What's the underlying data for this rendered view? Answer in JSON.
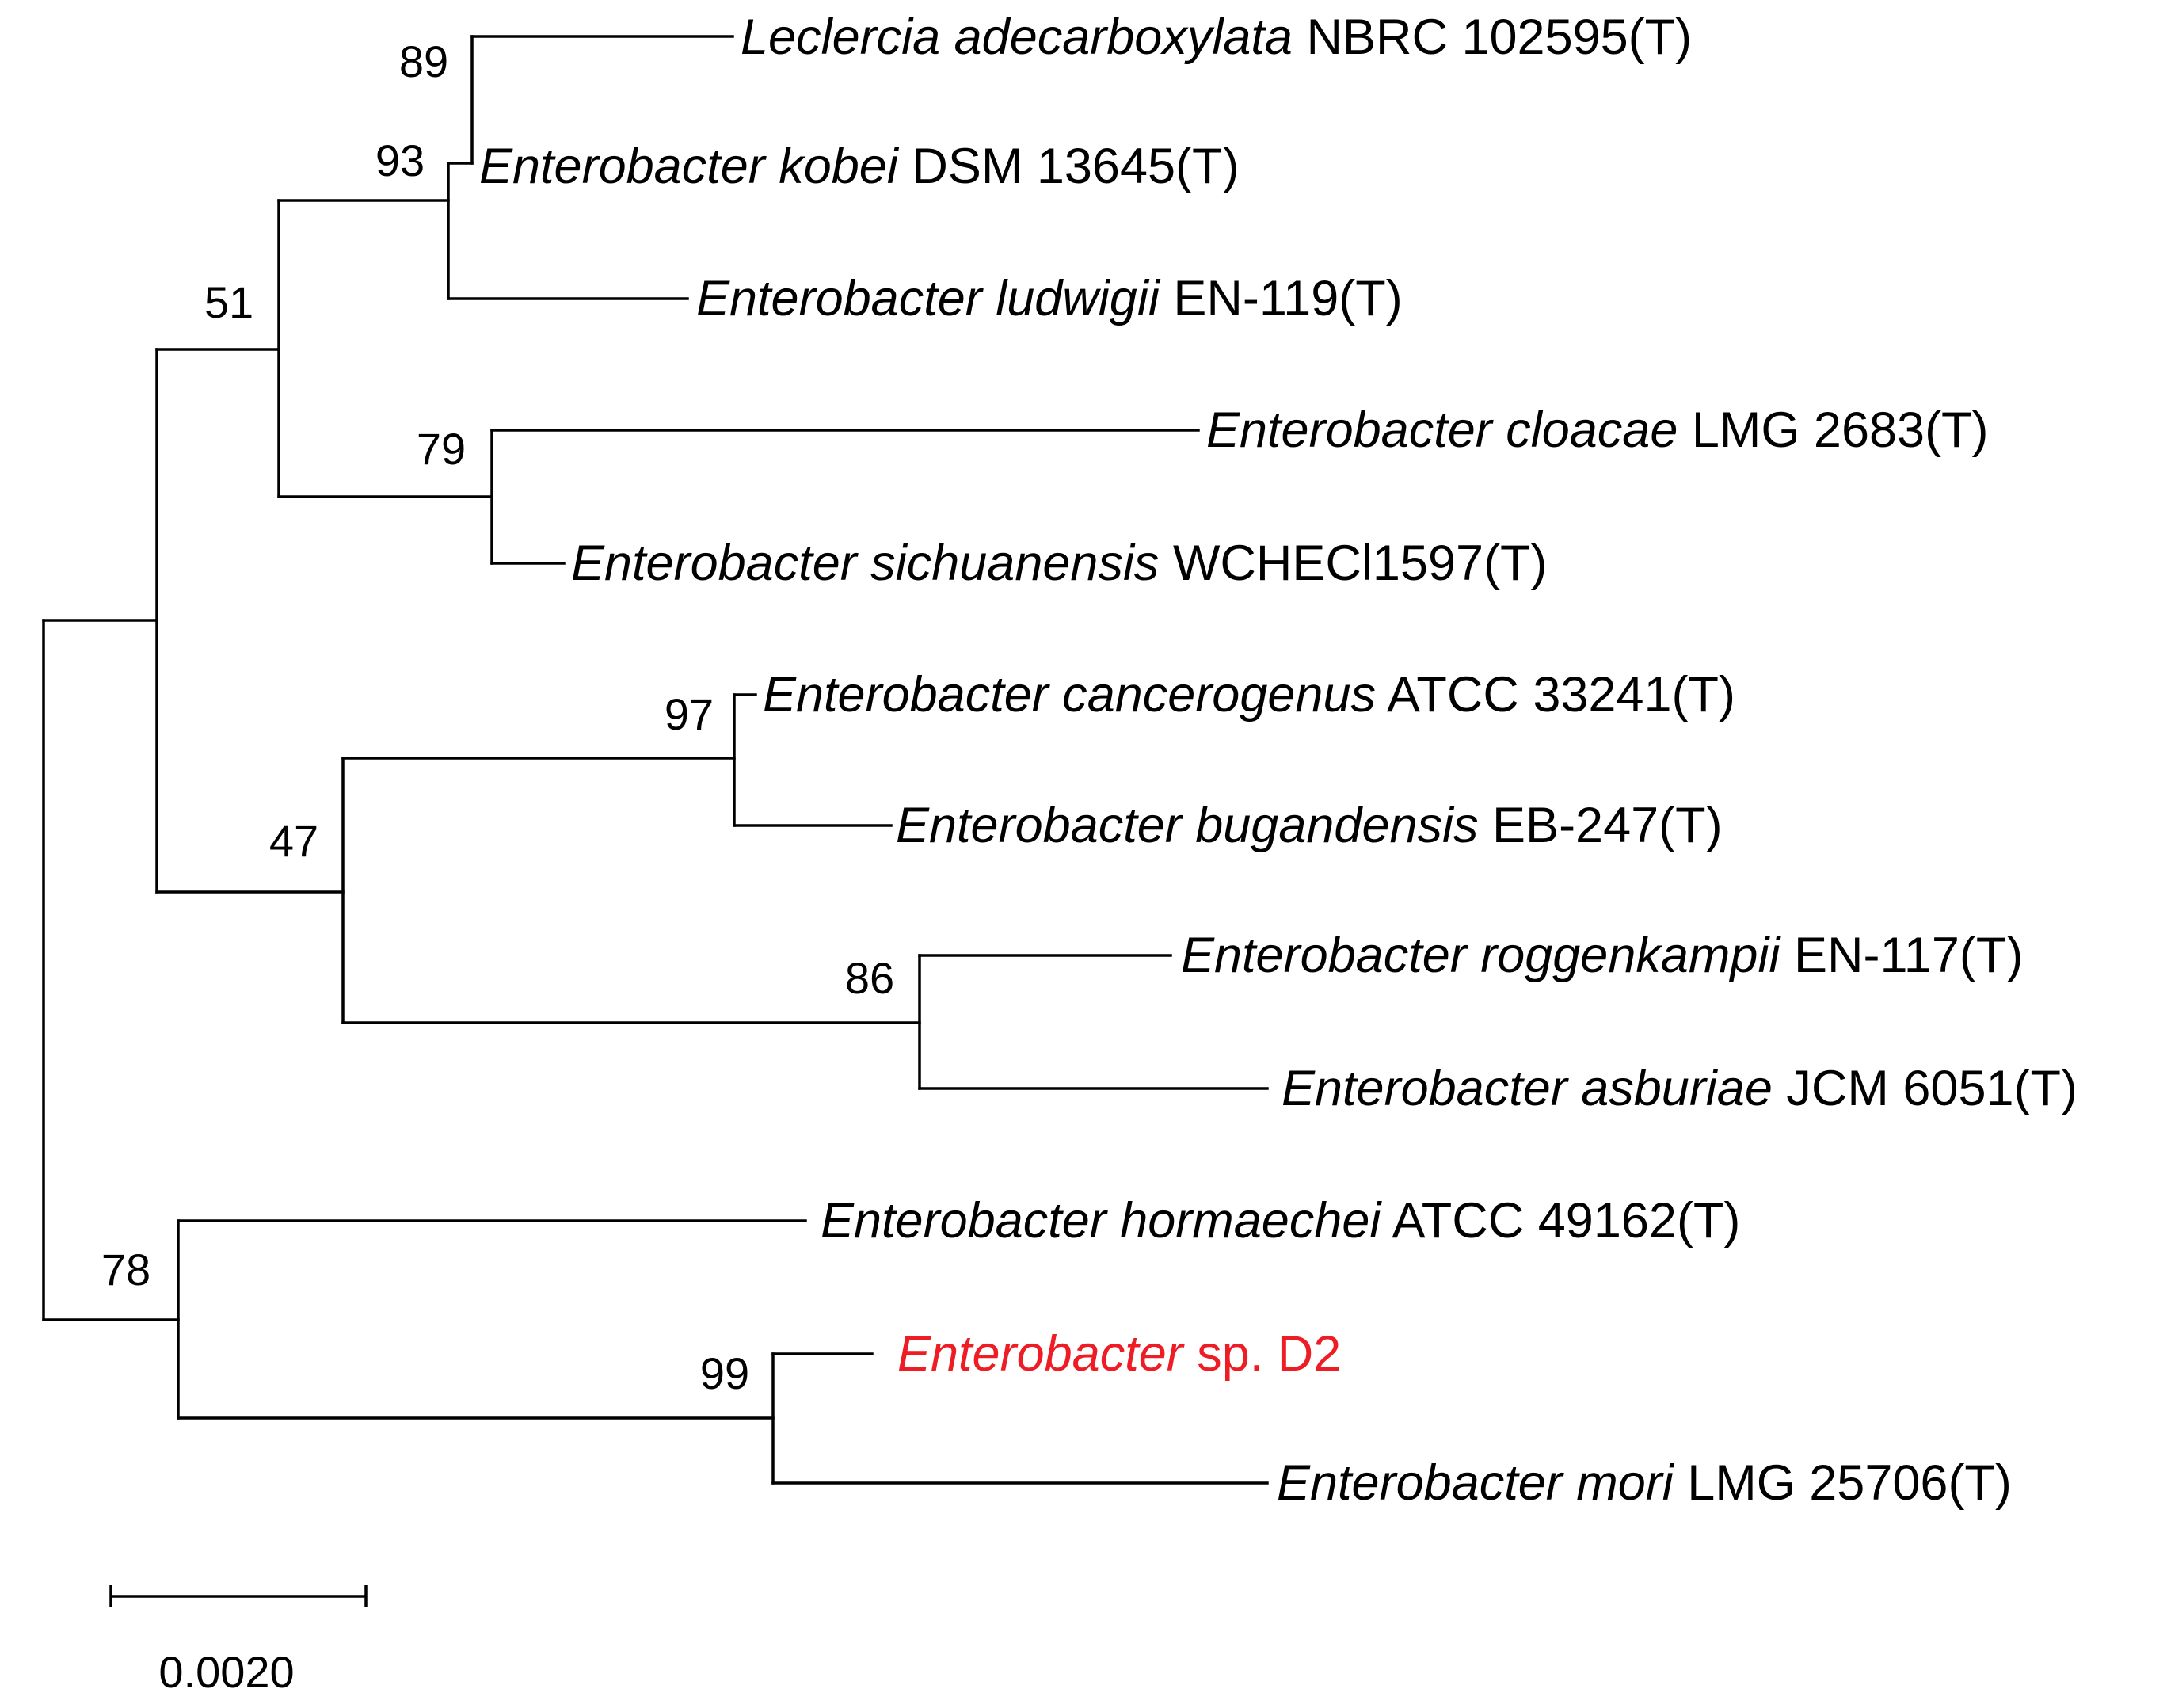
{
  "colors": {
    "line": "#000000",
    "text": "#000000",
    "highlight": "#ee1c24"
  },
  "taxa": [
    {
      "id": "t1",
      "genus_species": "Leclercia adecarboxylata",
      "strain": "NBRC 102595(T)",
      "highlight": false
    },
    {
      "id": "t2",
      "genus_species": "Enterobacter kobei",
      "strain": "DSM 13645(T)",
      "highlight": false
    },
    {
      "id": "t3",
      "genus_species": "Enterobacter ludwigii",
      "strain": "EN-119(T)",
      "highlight": false
    },
    {
      "id": "t4",
      "genus_species": "Enterobacter cloacae",
      "strain": "LMG 2683(T)",
      "highlight": false
    },
    {
      "id": "t5",
      "genus_species": "Enterobacter sichuanensis",
      "strain": "WCHECl1597(T)",
      "highlight": false
    },
    {
      "id": "t6",
      "genus_species": "Enterobacter cancerogenus",
      "strain": "ATCC 33241(T)",
      "highlight": false
    },
    {
      "id": "t7",
      "genus_species": "Enterobacter bugandensis",
      "strain": "EB-247(T)",
      "highlight": false
    },
    {
      "id": "t8",
      "genus_species": "Enterobacter roggenkampii",
      "strain": "EN-117(T)",
      "highlight": false
    },
    {
      "id": "t9",
      "genus_species": "Enterobacter asburiae",
      "strain": "JCM 6051(T)",
      "highlight": false
    },
    {
      "id": "t10",
      "genus_species": "Enterobacter hormaechei",
      "strain": "ATCC 49162(T)",
      "highlight": false
    },
    {
      "id": "t11",
      "genus_species": "Enterobacter",
      "strain": "sp. D2",
      "highlight": true
    },
    {
      "id": "t12",
      "genus_species": "Enterobacter mori",
      "strain": "LMG 25706(T)",
      "highlight": false
    }
  ],
  "bootstrap": [
    {
      "node": "n_kobei_leclercia",
      "value": "89"
    },
    {
      "node": "n_ludwigii_group",
      "value": "93"
    },
    {
      "node": "n_upper_clade",
      "value": "51"
    },
    {
      "node": "n_cloacae_group",
      "value": "79"
    },
    {
      "node": "n_cancerogenus_group",
      "value": "97"
    },
    {
      "node": "n_middle_clade",
      "value": "47"
    },
    {
      "node": "n_roggenkampii_group",
      "value": "86"
    },
    {
      "node": "n_hormaechei_clade",
      "value": "78"
    },
    {
      "node": "n_d2_mori",
      "value": "99"
    }
  ],
  "scale_bar": {
    "label": "0.0020"
  }
}
